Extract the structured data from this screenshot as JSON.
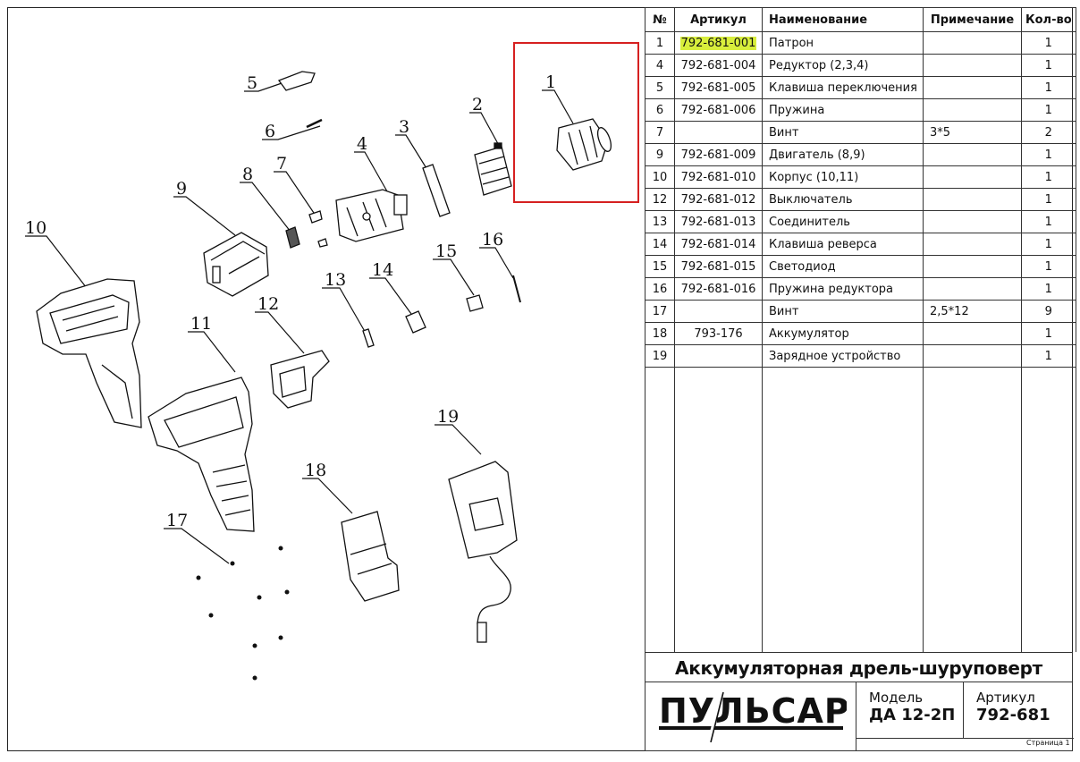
{
  "callouts": [
    "1",
    "2",
    "3",
    "4",
    "5",
    "6",
    "7",
    "8",
    "9",
    "10",
    "11",
    "12",
    "13",
    "14",
    "15",
    "16",
    "17",
    "18",
    "19"
  ],
  "table": {
    "headers": {
      "num": "№",
      "article": "Артикул",
      "name": "Наименование",
      "note": "Примечание",
      "qty": "Кол-во"
    },
    "rows": [
      {
        "num": "1",
        "article": "792-681-001",
        "name": "Патрон",
        "note": "",
        "qty": "1"
      },
      {
        "num": "4",
        "article": "792-681-004",
        "name": "Редуктор (2,3,4)",
        "note": "",
        "qty": "1"
      },
      {
        "num": "5",
        "article": "792-681-005",
        "name": "Клавиша переключения",
        "note": "",
        "qty": "1"
      },
      {
        "num": "6",
        "article": "792-681-006",
        "name": "Пружина",
        "note": "",
        "qty": "1"
      },
      {
        "num": "7",
        "article": "",
        "name": "Винт",
        "note": "3*5",
        "qty": "2"
      },
      {
        "num": "9",
        "article": "792-681-009",
        "name": "Двигатель (8,9)",
        "note": "",
        "qty": "1"
      },
      {
        "num": "10",
        "article": "792-681-010",
        "name": "Корпус (10,11)",
        "note": "",
        "qty": "1"
      },
      {
        "num": "12",
        "article": "792-681-012",
        "name": "Выключатель",
        "note": "",
        "qty": "1"
      },
      {
        "num": "13",
        "article": "792-681-013",
        "name": "Соединитель",
        "note": "",
        "qty": "1"
      },
      {
        "num": "14",
        "article": "792-681-014",
        "name": "Клавиша реверса",
        "note": "",
        "qty": "1"
      },
      {
        "num": "15",
        "article": "792-681-015",
        "name": "Светодиод",
        "note": "",
        "qty": "1"
      },
      {
        "num": "16",
        "article": "792-681-016",
        "name": "Пружина редуктора",
        "note": "",
        "qty": "1"
      },
      {
        "num": "17",
        "article": "",
        "name": "Винт",
        "note": "2,5*12",
        "qty": "9"
      },
      {
        "num": "18",
        "article": "793-176",
        "name": "Аккумулятор",
        "note": "",
        "qty": "1"
      },
      {
        "num": "19",
        "article": "",
        "name": "Зарядное устройство",
        "note": "",
        "qty": "1"
      }
    ]
  },
  "title_block": {
    "product_title": "Аккумуляторная дрель-шуруповерт",
    "brand": "ПУЛЬСАР",
    "model_label": "Модель",
    "model_value": "ДА 12-2П",
    "article_label": "Артикул",
    "article_value": "792-681",
    "page": "Страница 1"
  },
  "colors": {
    "highlight_box": "#d62020",
    "text_highlight": "#d8ee3c"
  }
}
